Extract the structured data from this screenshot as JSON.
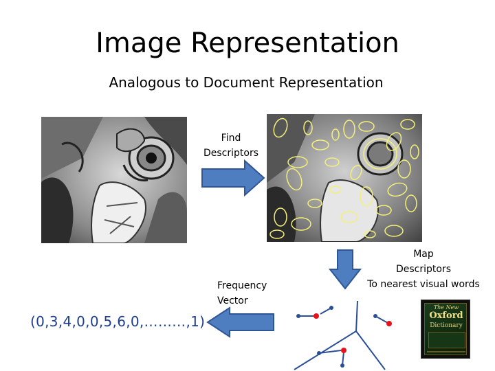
{
  "title": "Image Representation",
  "subtitle": "Analogous to Document Representation",
  "steps": {
    "find_descriptors": "Find\nDescriptors",
    "map_descriptors": "Map\nDescriptors\nTo nearest visual words",
    "frequency_vector": "Frequency\nVector"
  },
  "vector_text": "(0,3,4,0,0,5,6,0,………,1)",
  "dictionary": {
    "line1": "The New",
    "line2": "Oxford",
    "line3": "Dictionary"
  },
  "colors": {
    "arrow_fill": "#4f7ec0",
    "arrow_stroke": "#2f5597",
    "vector_text": "#1f3d8f",
    "descriptor_ellipse": "#f4f07a",
    "word_point": "#e8121a",
    "descriptor_point": "#2a4f96"
  }
}
